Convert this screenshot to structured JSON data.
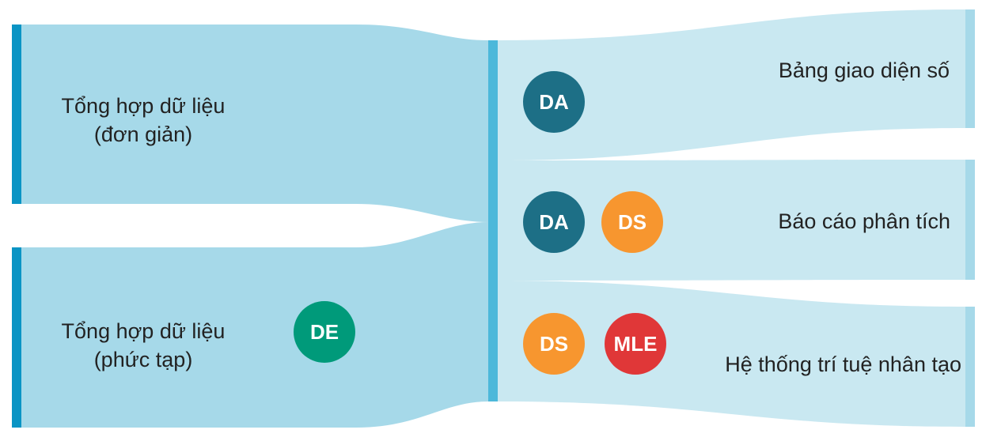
{
  "diagram": {
    "sources": [
      {
        "id": "simple",
        "line1": "Tổng hợp dữ liệu",
        "line2": "(đơn giản)"
      },
      {
        "id": "complex",
        "line1": "Tổng hợp dữ liệu",
        "line2": "(phức tạp)"
      }
    ],
    "targets": [
      {
        "id": "dashboard",
        "label": "Bảng giao diện số"
      },
      {
        "id": "report",
        "label": "Báo cáo phân tích"
      },
      {
        "id": "ai",
        "label": "Hệ thống trí tuệ nhân tạo"
      }
    ],
    "roles": {
      "DE": "DE",
      "DA": "DA",
      "DS": "DS",
      "MLE": "MLE"
    },
    "colors": {
      "flow_left": "#a6d9e9",
      "flow_right": "#c9e8f1",
      "node_bar": "#0a94c4",
      "center_bar": "#4cb8da",
      "right_bar": "#a6d9e9",
      "DE": "#009a7a",
      "DA": "#1d6f86",
      "DS": "#f7962f",
      "MLE": "#e03738"
    }
  }
}
